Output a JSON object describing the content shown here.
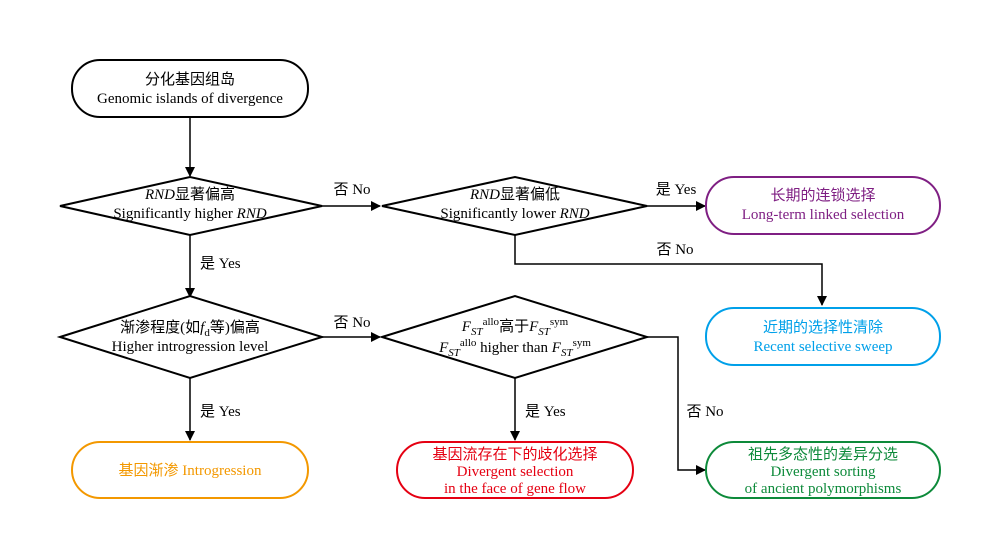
{
  "colors": {
    "black": "#000000",
    "orange": "#F39800",
    "red": "#E50012",
    "purple": "#7F1F83",
    "blue": "#00A0E9",
    "green": "#0D8A3A"
  },
  "start": {
    "zh": "分化基因组岛",
    "en": "Genomic islands of divergence"
  },
  "d1": {
    "zh_rnd": "RND",
    "zh_rest": "显著偏高",
    "en_pre": "Significantly higher ",
    "en_rnd": "RND"
  },
  "d2": {
    "zh_rnd": "RND",
    "zh_rest": "显著偏低",
    "en_pre": "Significantly lower ",
    "en_rnd": "RND"
  },
  "d3": {
    "zh_pre": "渐渗程度(如",
    "f": "f",
    "f_sub": "d",
    "zh_post": "等)偏高",
    "en": "Higher introgression level"
  },
  "d4": {
    "f": "F",
    "st": "ST",
    "allo": "allo",
    "sym": "sym",
    "zh_mid": "高于",
    "en_mid": " higher than "
  },
  "outcomes": {
    "longterm": {
      "zh": "长期的连锁选择",
      "en": "Long-term linked selection"
    },
    "sweep": {
      "zh": "近期的选择性清除",
      "en": "Recent selective sweep"
    },
    "introgression": {
      "text": "基因渐渗 Introgression"
    },
    "divsel": {
      "zh": "基因流存在下的歧化选择",
      "en1": "Divergent selection",
      "en2": "in the face of gene flow"
    },
    "sorting": {
      "zh": "祖先多态性的差异分选",
      "en1": "Divergent sorting",
      "en2": "of ancient polymorphisms"
    }
  },
  "labels": {
    "yes": "是 Yes",
    "no": "否 No"
  }
}
